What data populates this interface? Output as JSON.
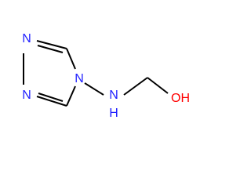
{
  "molecule": {
    "atoms": [
      {
        "id": "a_n1",
        "label": "N",
        "color": "#1f1fff"
      },
      {
        "id": "a_n2",
        "label": "N",
        "color": "#1f1fff"
      },
      {
        "id": "a_n4",
        "label": "N",
        "color": "#1f1fff"
      },
      {
        "id": "a_nh",
        "label": "N",
        "color": "#1f1fff"
      },
      {
        "id": "a_h",
        "label": "H",
        "color": "#1f1fff"
      },
      {
        "id": "a_o",
        "label": "OH",
        "color": "#ff0000"
      }
    ],
    "bond_color": "#000000"
  }
}
